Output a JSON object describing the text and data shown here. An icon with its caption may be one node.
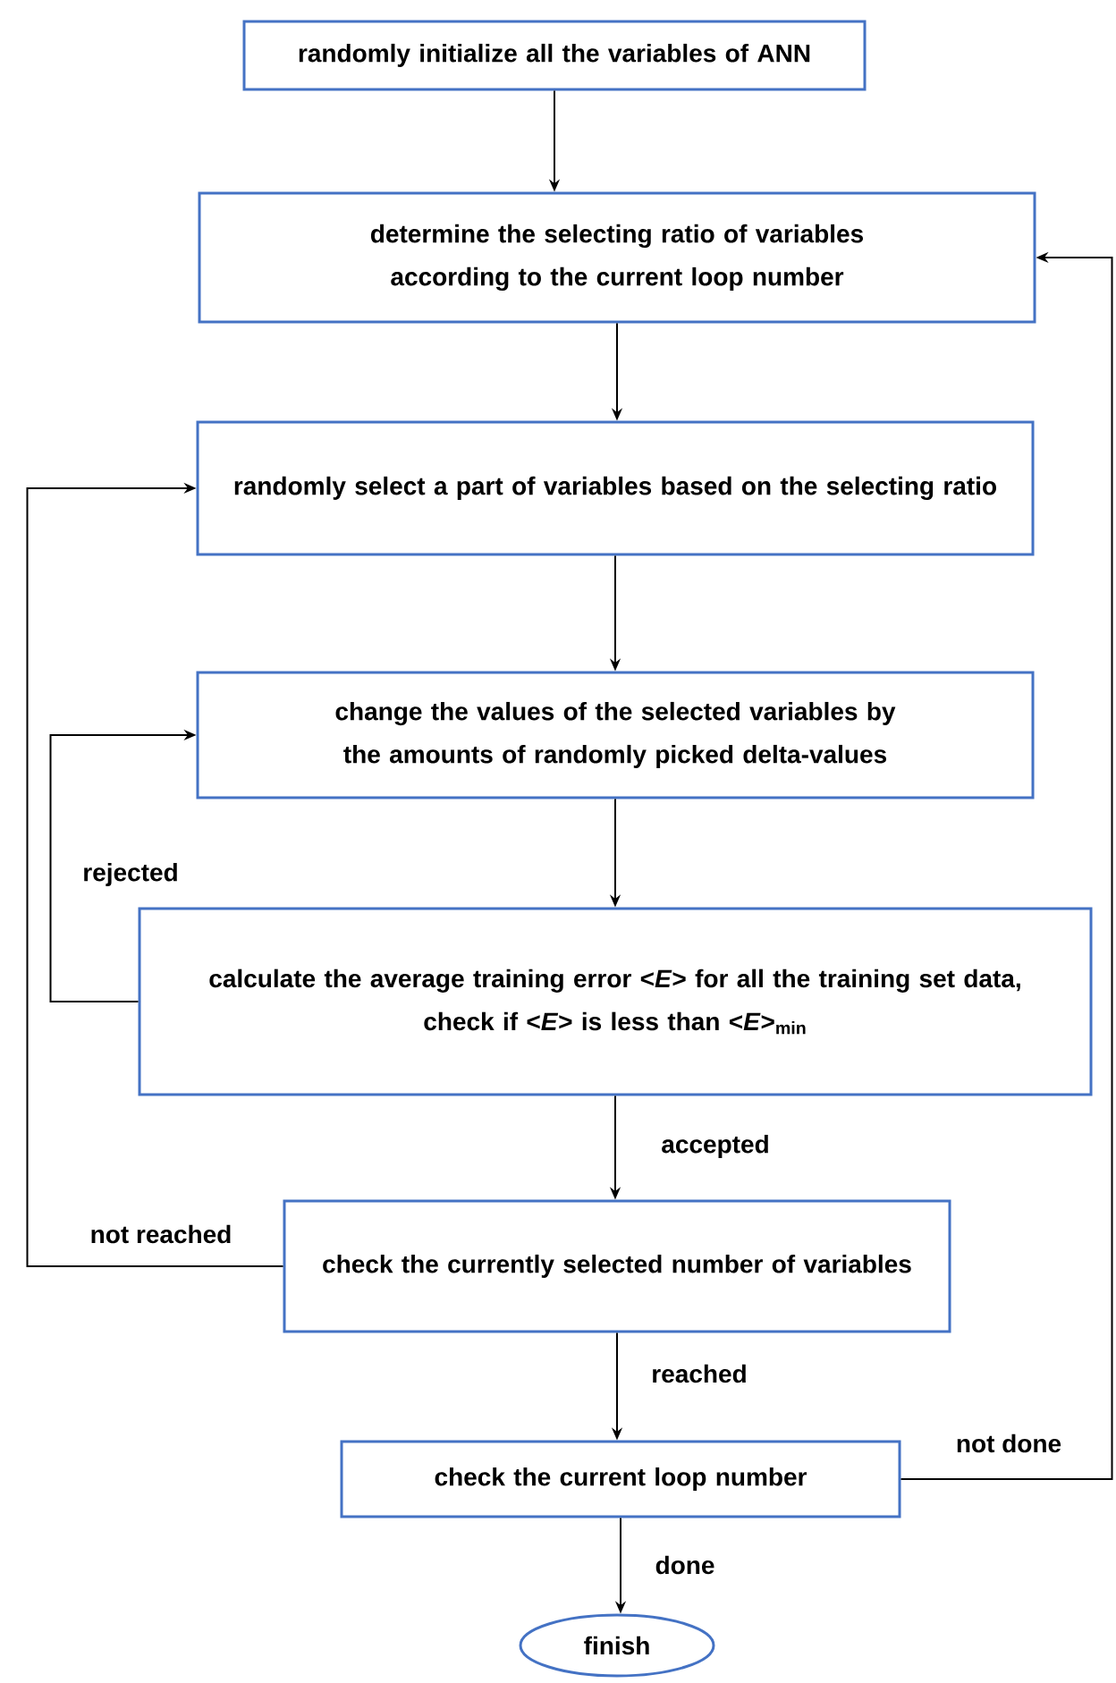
{
  "diagram": {
    "nodes": [
      {
        "text": [
          "randomly initialize all the variables of ANN"
        ]
      },
      {
        "text": [
          "determine the selecting ratio of variables according to the current loop number"
        ]
      },
      {
        "text": [
          "randomly select a part of variables based on the selecting ratio"
        ]
      },
      {
        "text": [
          "change the values of the selected variables by the amounts of randomly picked delta-values"
        ]
      },
      {
        "text": [
          "calculate the average training error <*E*> for all the training set data,",
          "check if <*E*>  is less than <*E*>$_{min}$"
        ]
      },
      {
        "text": [
          "check the currently selected number of variables"
        ]
      },
      {
        "text": [
          "check the current loop number"
        ]
      },
      {
        "text": [
          "finish"
        ]
      }
    ],
    "edges": [
      {
        "from": 0,
        "to": 1,
        "arrow": "to"
      },
      {
        "from": 1,
        "to": 2,
        "arrow": "to"
      },
      {
        "from": 2,
        "to": 3,
        "arrow": "to"
      },
      {
        "from": 3,
        "to": 4,
        "arrow": "to"
      },
      {
        "from": 4,
        "to": 3,
        "arrow": "to",
        "label": "rejected"
      },
      {
        "from": 4,
        "to": 5,
        "arrow": "to",
        "label": "accepted"
      },
      {
        "from": 5,
        "to": 2,
        "arrow": "to",
        "label": "not reached"
      },
      {
        "from": 5,
        "to": 6,
        "arrow": "to",
        "label": "reached"
      },
      {
        "from": 6,
        "to": 1,
        "arrow": "to",
        "label": "not done"
      },
      {
        "from": 6,
        "to": 7,
        "arrow": "to",
        "label": "done"
      }
    ]
  }
}
